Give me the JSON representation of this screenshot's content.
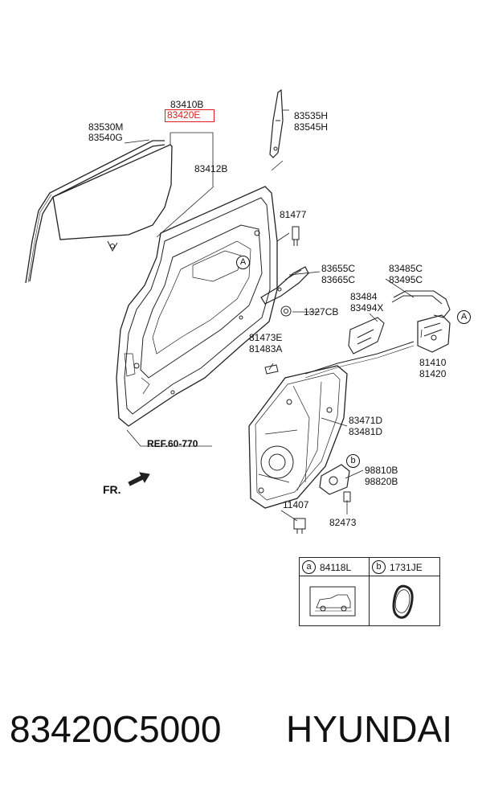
{
  "labels": {
    "l83410B": "83410B",
    "l83420E": "83420E",
    "l83530M": "83530M",
    "l83540G": "83540G",
    "l83412B": "83412B",
    "l83535H": "83535H",
    "l83545H": "83545H",
    "l81477": "81477",
    "l83655C": "83655C",
    "l83665C": "83665C",
    "l83485C": "83485C",
    "l83495C": "83495C",
    "l83484": "83484",
    "l83494X": "83494X",
    "l1327CB": "1327CB",
    "l81473E": "81473E",
    "l81483A": "81483A",
    "l81410": "81410",
    "l81420": "81420",
    "l83471D": "83471D",
    "l83481D": "83481D",
    "l98810B": "98810B",
    "l98820B": "98820B",
    "l11407": "11407",
    "l82473": "82473",
    "ref": "REF.60-770",
    "fr": "FR."
  },
  "callouts": {
    "a": "A",
    "b": "b"
  },
  "legend": {
    "a_letter": "a",
    "a_part": "84118L",
    "b_letter": "b",
    "b_part": "1731JE"
  },
  "footer": {
    "part_number": "83420C5000",
    "brand": "HYUNDAI"
  },
  "colors": {
    "highlight": "#e01b1b",
    "line": "#222222"
  }
}
